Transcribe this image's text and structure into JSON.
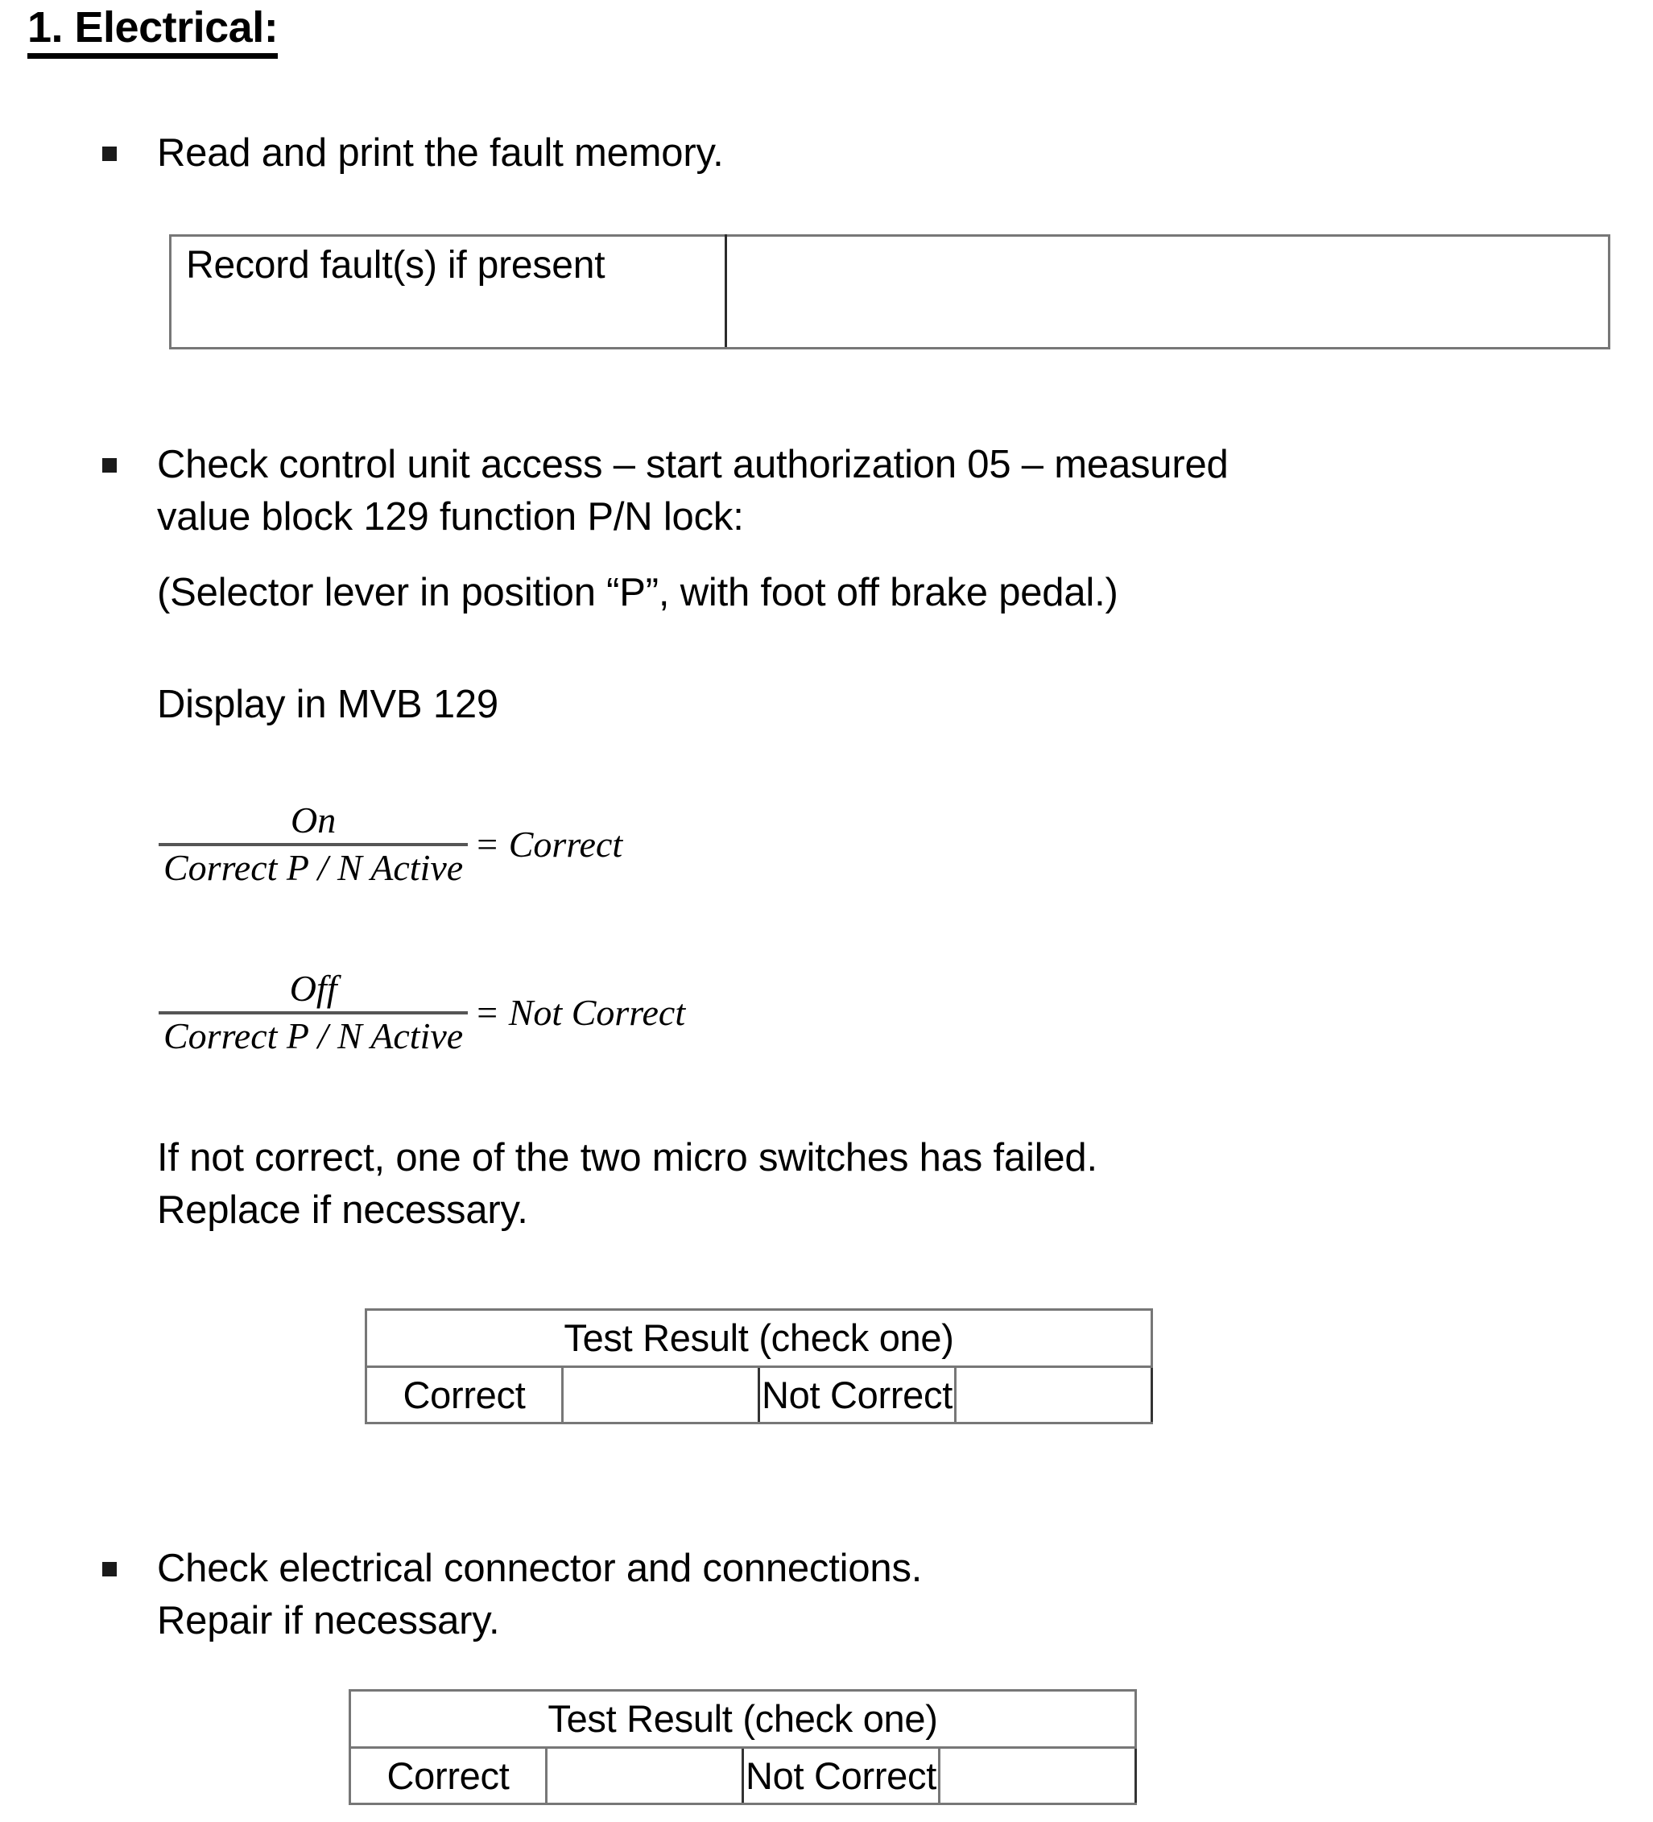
{
  "document": {
    "heading": "1. Electrical:",
    "bullets": [
      {
        "id": "read-fault-memory",
        "text": "Read and print the fault memory."
      },
      {
        "id": "check-control-unit-access",
        "text": "Check control unit access – start authorization 05 – measured\nvalue block 129 function P/N lock:"
      },
      {
        "id": "check-electrical-connector",
        "text": "Check electrical connector and connections.\nRepair if necessary."
      }
    ],
    "paragraphs": {
      "selector_lever_note": "(Selector lever in position “P”, with foot off brake pedal.)",
      "display_mvb": "Display in MVB 129",
      "micro_switch_note": "If not correct, one of the two micro switches has failed.\nReplace if necessary."
    },
    "record_fault_table": {
      "label": "Record fault(s) if present",
      "value": ""
    },
    "formulas": [
      {
        "id": "formula-on-correct",
        "numerator": "On",
        "denominator": "Correct P / N  Active",
        "equals": "= Correct"
      },
      {
        "id": "formula-off-not-correct",
        "numerator": "Off",
        "denominator": "Correct P / N  Active",
        "equals": "= Not Correct"
      }
    ],
    "result_tables": [
      {
        "id": "result-table-1",
        "header": "Test Result (check one)",
        "option_correct": "Correct",
        "check_correct": "",
        "option_not_correct": "Not Correct",
        "check_not_correct": ""
      },
      {
        "id": "result-table-2",
        "header": "Test Result (check one)",
        "option_correct": "Correct",
        "check_correct": "",
        "option_not_correct": "Not Correct",
        "check_not_correct": ""
      }
    ]
  }
}
